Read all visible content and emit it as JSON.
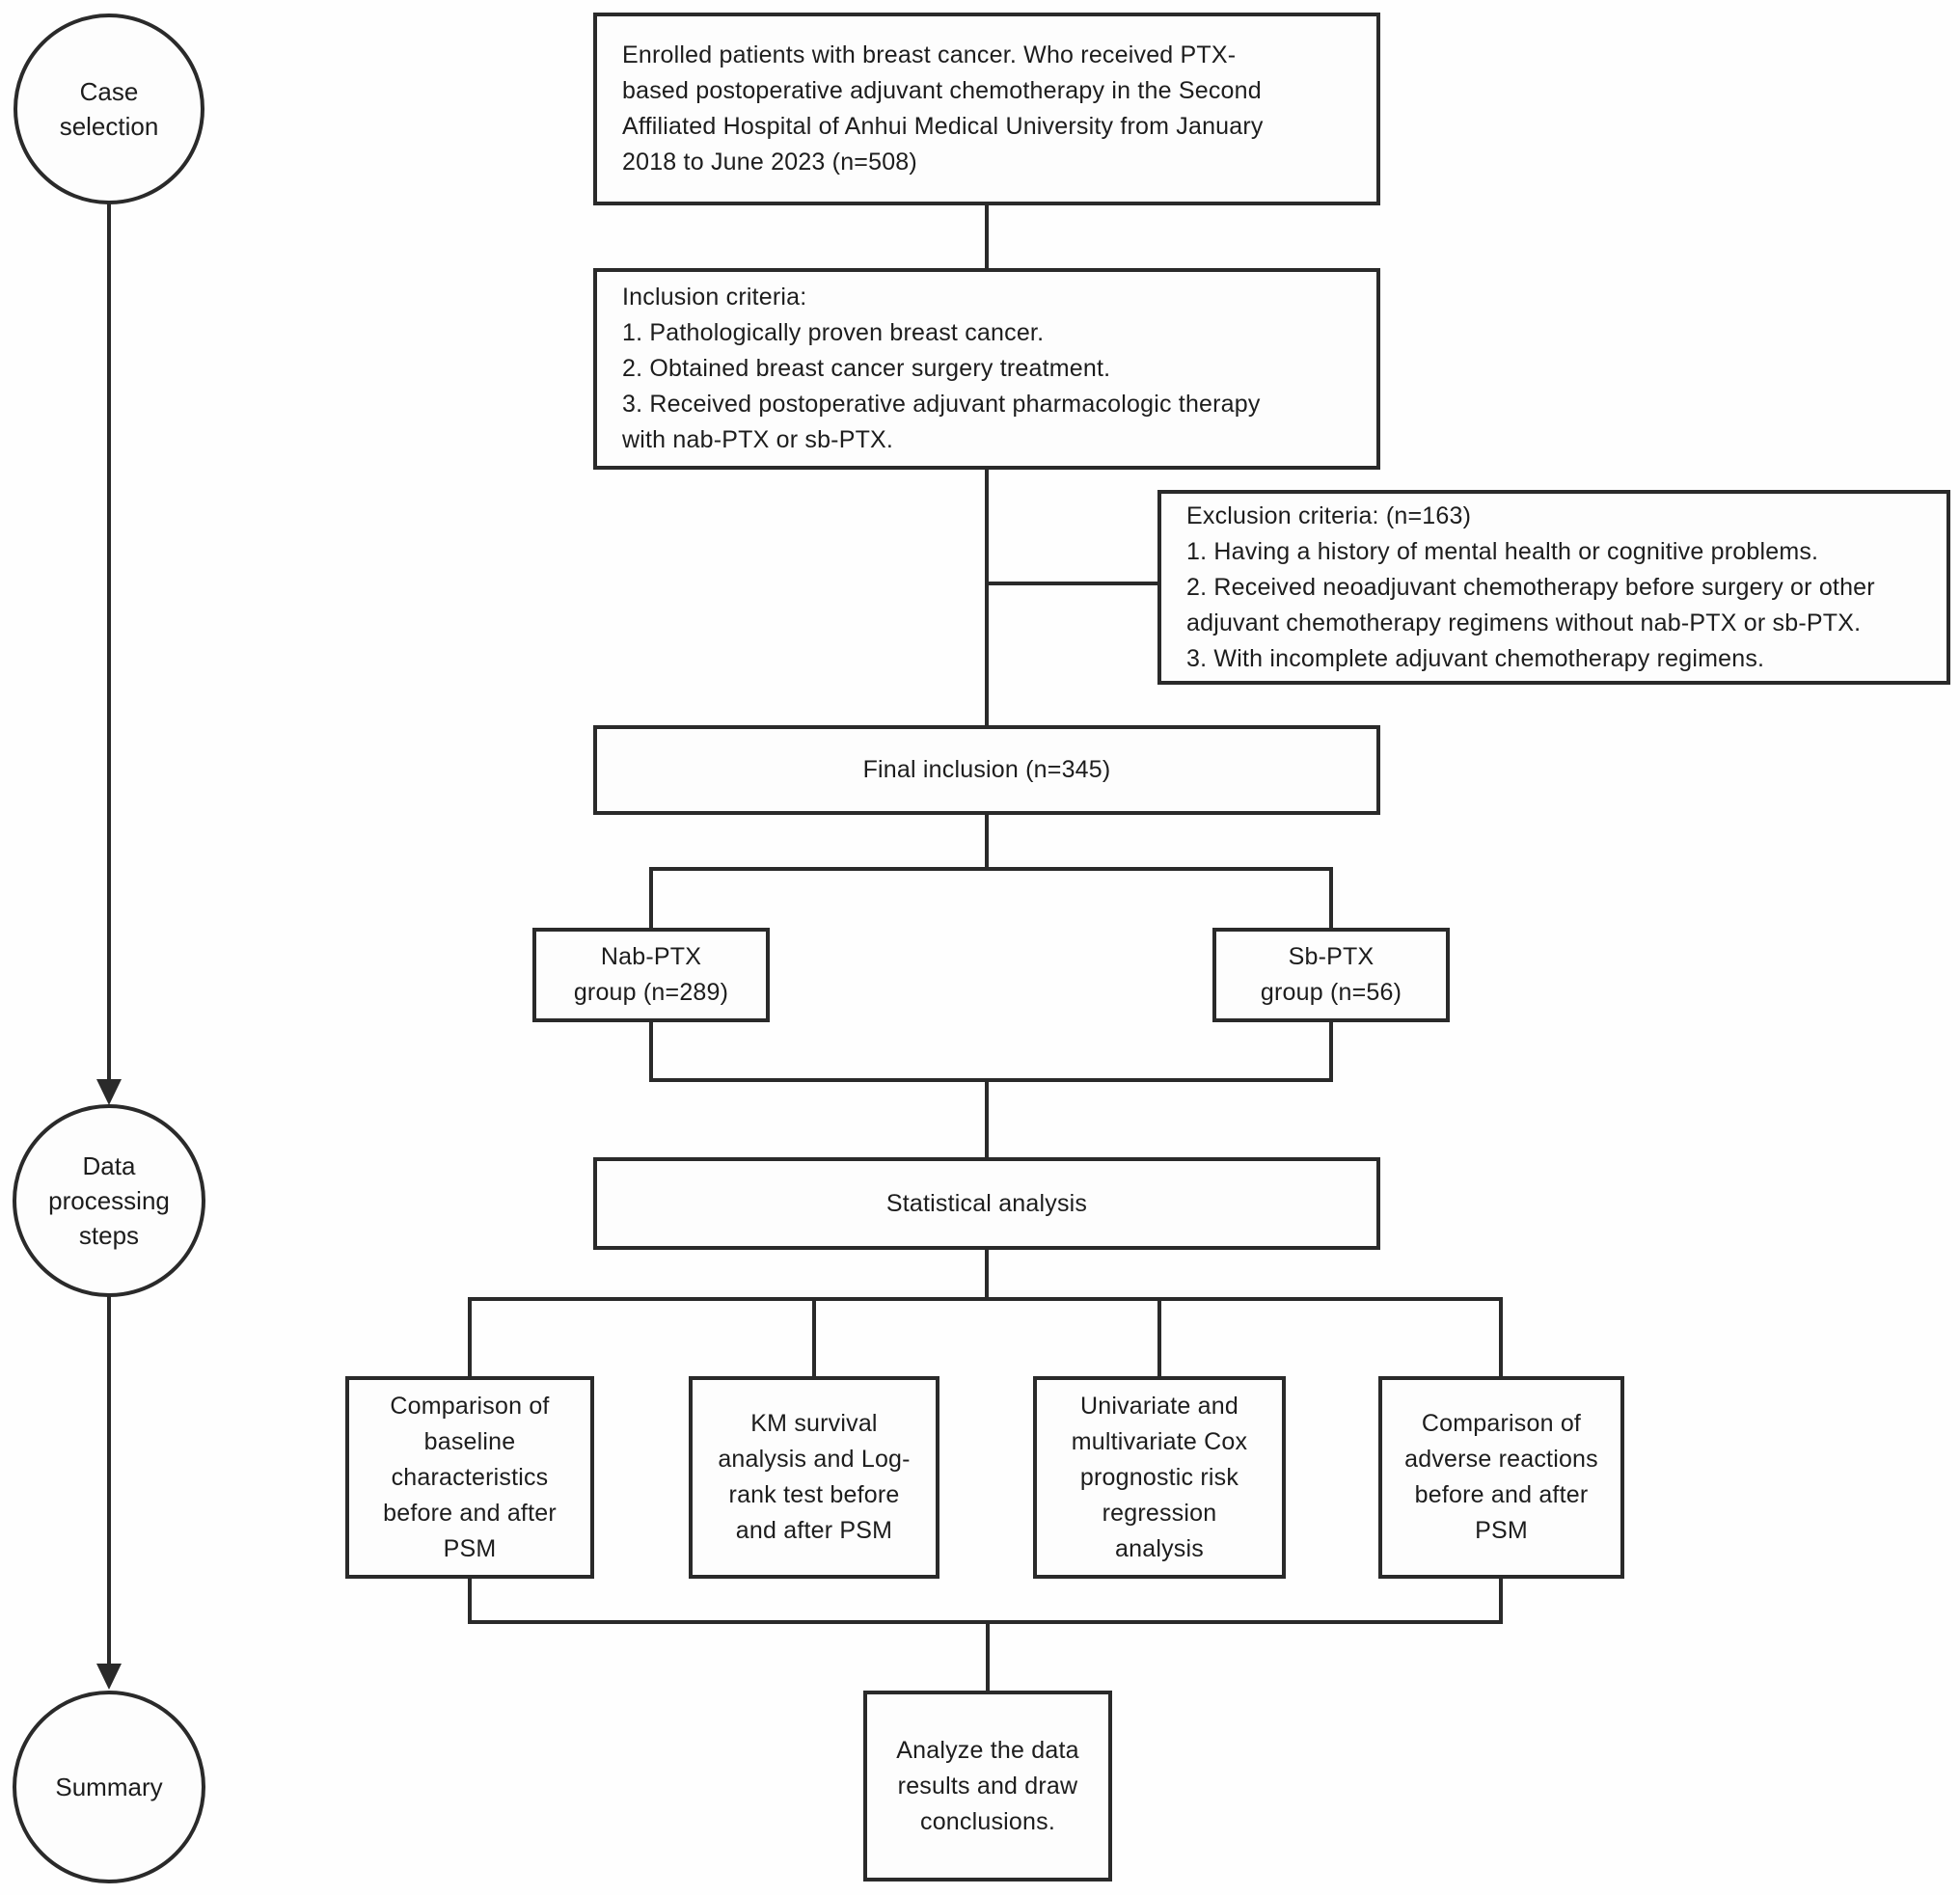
{
  "palette": {
    "ink": "#2a2a2a",
    "paper": "#fefefe"
  },
  "sidebar": {
    "stages": [
      {
        "label": "Case\nselection"
      },
      {
        "label": "Data\nprocessing\nsteps"
      },
      {
        "label": "Summary"
      }
    ]
  },
  "nodes": {
    "enrolled": "Enrolled patients with breast cancer. Who received PTX-\nbased postoperative adjuvant chemotherapy in the Second\nAffiliated Hospital of Anhui Medical University from January\n2018 to June 2023 (n=508)",
    "inclusion": "Inclusion criteria:\n1. Pathologically proven breast cancer.\n2. Obtained breast cancer surgery treatment.\n3. Received postoperative adjuvant pharmacologic therapy\nwith nab-PTX or sb-PTX.",
    "exclusion": "Exclusion criteria: (n=163)\n1. Having a history of mental health or cognitive problems.\n2. Received neoadjuvant chemotherapy before surgery or other\nadjuvant chemotherapy regimens without nab-PTX or sb-PTX.\n3. With incomplete adjuvant chemotherapy regimens.",
    "final_inclusion": "Final inclusion (n=345)",
    "nab_group": "Nab-PTX\ngroup (n=289)",
    "sb_group": "Sb-PTX\ngroup (n=56)",
    "statistical": "Statistical analysis",
    "baseline": "Comparison of\nbaseline\ncharacteristics\nbefore and after\nPSM",
    "km": "KM survival\nanalysis and Log-\nrank test before\nand after PSM",
    "cox": "Univariate and\nmultivariate Cox\nprognostic risk\nregression\nanalysis",
    "adverse": "Comparison of\nadverse reactions\nbefore and after\nPSM",
    "conclusion": "Analyze the data\nresults and draw\nconclusions."
  }
}
